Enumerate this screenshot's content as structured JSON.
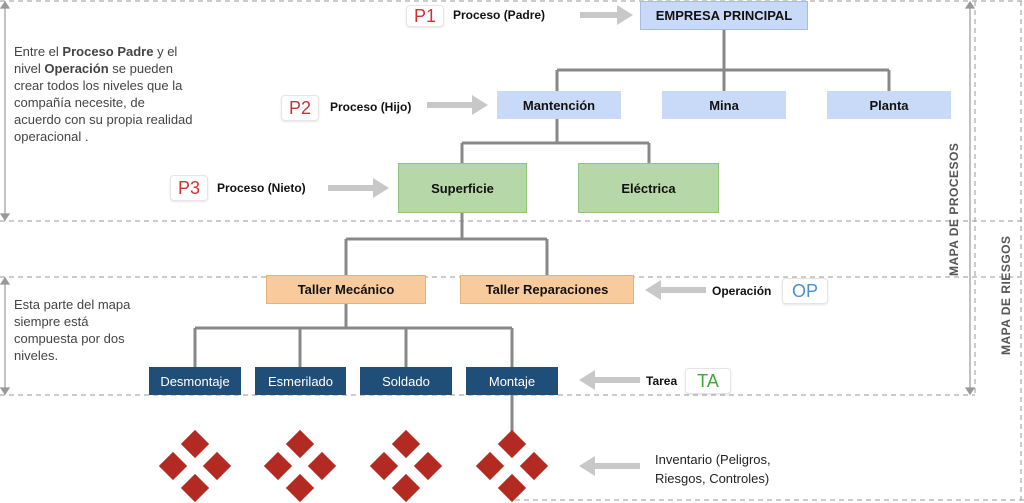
{
  "levels": {
    "p1": {
      "code": "P1",
      "label": "Proceso (Padre)"
    },
    "p2": {
      "code": "P2",
      "label": "Proceso (Hijo)"
    },
    "p3": {
      "code": "P3",
      "label": "Proceso (Nieto)"
    },
    "op": {
      "code": "OP",
      "label": "Operación"
    },
    "ta": {
      "code": "TA",
      "label": "Tarea"
    }
  },
  "nodes": {
    "root": "EMPRESA PRINCIPAL",
    "children": [
      "Mantención",
      "Mina",
      "Planta"
    ],
    "grandchildren": [
      "Superficie",
      "Eléctrica"
    ],
    "operations": [
      "Taller Mecánico",
      "Taller Reparaciones"
    ],
    "tasks": [
      "Desmontaje",
      "Esmerilado",
      "Soldado",
      "Montaje"
    ]
  },
  "notes": {
    "process": {
      "t1": "Entre el ",
      "b1": "Proceso Padre",
      "t2": " y el nivel ",
      "b2": "Operación",
      "t3": " se pueden crear todos los niveles que la compañía necesite, de acuerdo con su propia realidad operacional ."
    },
    "operation": "Esta parte del mapa siempre está compuesta por dos niveles."
  },
  "inventory": {
    "line1": "Inventario (Peligros,",
    "line2": "Riesgos, Controles)"
  },
  "side_labels": {
    "processes": "MAPA DE PROCESOS",
    "risks": "MAPA DE RIESGOS"
  },
  "colors": {
    "process_parent": "#c9daf8",
    "process_grandchild": "#b6d7a8",
    "operation": "#f9cb9c",
    "task": "#1f4e79",
    "risk_icon": "#b22a22"
  }
}
